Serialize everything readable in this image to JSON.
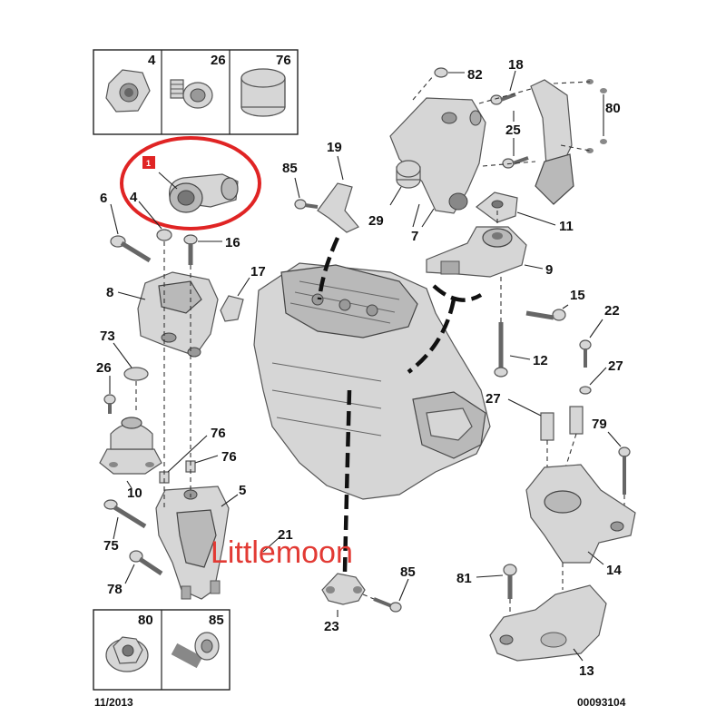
{
  "labels": {
    "l1": "1",
    "l4": "4",
    "l4b": "4",
    "l5": "5",
    "l6": "6",
    "l7": "7",
    "l8": "8",
    "l9": "9",
    "l10": "10",
    "l11": "11",
    "l12": "12",
    "l13": "13",
    "l14": "14",
    "l15": "15",
    "l16": "16",
    "l17": "17",
    "l18": "18",
    "l19": "19",
    "l21": "21",
    "l22": "22",
    "l23": "23",
    "l25": "25",
    "l26a": "26",
    "l26b": "26",
    "l27a": "27",
    "l27b": "27",
    "l29": "29",
    "l73": "73",
    "l75": "75",
    "l76a": "76",
    "l76b": "76",
    "l76c": "76",
    "l78": "78",
    "l79": "79",
    "l80a": "80",
    "l80b": "80",
    "l81": "81",
    "l82": "82",
    "l85a": "85",
    "l85b": "85",
    "l85c": "85"
  },
  "highlight_tag": "1",
  "watermark": "Littlemoon",
  "footer": {
    "date": "11/2013",
    "ref": "00093104"
  },
  "colors": {
    "highlight": "#e02424",
    "watermark": "#e23a34",
    "part_fill": "#d6d6d6"
  }
}
